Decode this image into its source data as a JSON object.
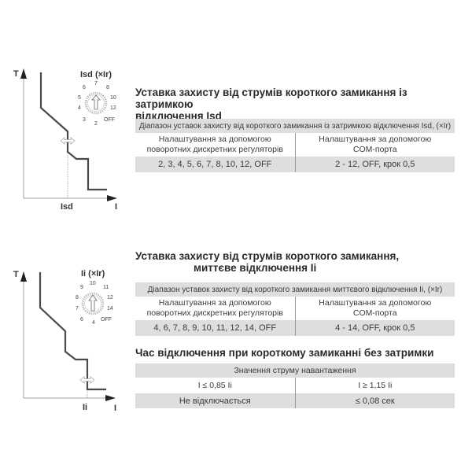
{
  "section1": {
    "title_line1": "Уставка захисту від струмів короткого замикання із затримкою",
    "title_line2": "відключення Isd",
    "graph": {
      "y_axis_label": "T",
      "x_axis_label": "I",
      "marker_label": "Isd",
      "dial_title": "Isd (×Ir)",
      "dial_positions": [
        "2",
        "3",
        "4",
        "5",
        "6",
        "7",
        "8",
        "10",
        "12",
        "OFF"
      ]
    },
    "table": {
      "header": "Діапазон уставок захисту від короткого замикання із затримкою відключення Isd, (×Ir)",
      "col1_label": "Налаштування за допомогою поворотних дискретних регуляторів",
      "col1_line1": "Налаштування за допомогою",
      "col1_line2": "поворотних дискретних регуляторів",
      "col2_line1": "Налаштування за допомогою",
      "col2_line2": "COM-порта",
      "col1_value": "2, 3, 4, 5, 6, 7, 8, 10, 12, OFF",
      "col2_value": "2 - 12, OFF, крок 0,5"
    }
  },
  "section2": {
    "title_line1": "Уставка захисту від струмів короткого замикання,",
    "title_line2": "миттєве відключення Ii",
    "graph": {
      "y_axis_label": "T",
      "x_axis_label": "I",
      "marker_label": "Ii",
      "dial_title": "Ii (×Ir)",
      "dial_positions": [
        "4",
        "6",
        "7",
        "8",
        "9",
        "10",
        "11",
        "12",
        "14",
        "OFF"
      ]
    },
    "table": {
      "header": "Діапазон уставок захисту від короткого замикання миттєвого відключення Ii, (×Ir)",
      "col1_line1": "Налаштування за допомогою",
      "col1_line2": "поворотних дискретних регуляторів",
      "col2_line1": "Налаштування за допомогою",
      "col2_line2": "COM-порта",
      "col1_value": "4, 6, 7, 8, 9, 10, 11, 12, 14, OFF",
      "col2_value": "4 - 14, OFF, крок 0,5"
    }
  },
  "section3": {
    "title": "Час відключення при короткому замиканні без затримки",
    "table": {
      "header": "Значення струму навантаження",
      "col1_condition": "I ≤ 0,85 Ii",
      "col2_condition": "I ≥ 1,15 Ii",
      "col1_result": "Не відключається",
      "col2_result": "≤ 0,08 сек"
    }
  },
  "colors": {
    "curve": "#4a4a4a",
    "axis": "#9a9a9a",
    "table_shade": "#dedede",
    "text": "#333333"
  }
}
